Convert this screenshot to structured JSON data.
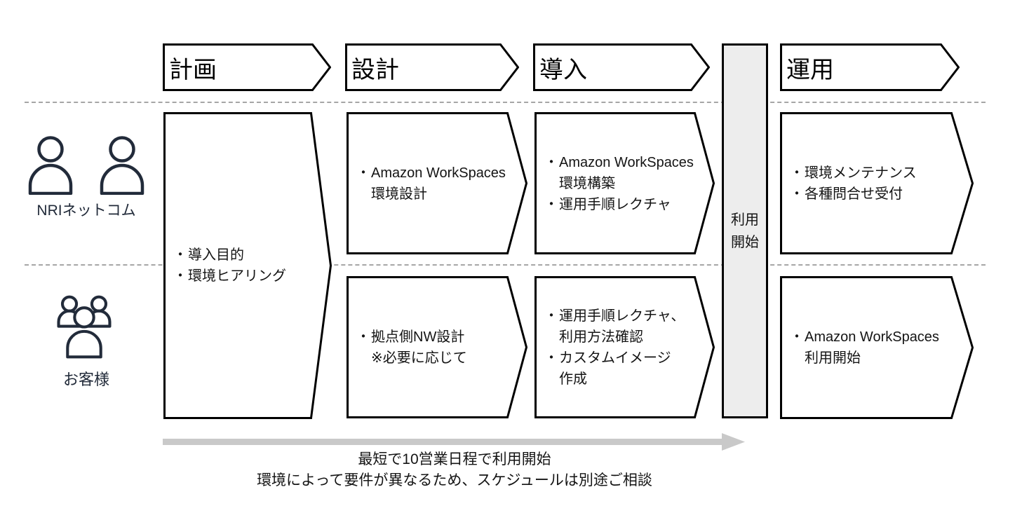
{
  "lanes": {
    "nri": {
      "label": "NRIネットコム"
    },
    "customer": {
      "label": "お客様"
    }
  },
  "phases": {
    "plan": {
      "header": "計画"
    },
    "design": {
      "header": "設計"
    },
    "deploy": {
      "header": "導入"
    },
    "operate": {
      "header": "運用"
    }
  },
  "milestone": {
    "line1": "利用",
    "line2": "開始"
  },
  "boxes": {
    "plan_shared": {
      "items": [
        {
          "bullet": "・",
          "lines": [
            "導入目的"
          ]
        },
        {
          "bullet": "・",
          "lines": [
            "環境ヒアリング"
          ]
        }
      ]
    },
    "design_nri": {
      "items": [
        {
          "bullet": "・",
          "lines": [
            "Amazon WorkSpaces",
            "環境設計"
          ]
        }
      ]
    },
    "deploy_nri": {
      "items": [
        {
          "bullet": "・",
          "lines": [
            "Amazon WorkSpaces",
            "環境構築"
          ]
        },
        {
          "bullet": "・",
          "lines": [
            "運用手順レクチャ"
          ]
        }
      ]
    },
    "operate_nri": {
      "items": [
        {
          "bullet": "・",
          "lines": [
            "環境メンテナンス"
          ]
        },
        {
          "bullet": "・",
          "lines": [
            "各種問合せ受付"
          ]
        }
      ]
    },
    "design_customer": {
      "items": [
        {
          "bullet": "・",
          "lines": [
            "拠点側NW設計",
            "※必要に応じて"
          ]
        }
      ]
    },
    "deploy_customer": {
      "items": [
        {
          "bullet": "・",
          "lines": [
            "運用手順レクチャ、",
            "利用方法確認"
          ]
        },
        {
          "bullet": "・",
          "lines": [
            "カスタムイメージ",
            "作成"
          ]
        }
      ]
    },
    "operate_customer": {
      "items": [
        {
          "bullet": "・",
          "lines": [
            "Amazon WorkSpaces",
            "利用開始"
          ]
        }
      ]
    }
  },
  "timeline": {
    "caption_line1": "最短で10営業日程で利用開始",
    "caption_line2": "環境によって要件が異なるため、スケジュールは別途ご相談"
  },
  "colors": {
    "outline": "#000000",
    "milestone_fill": "#EDEDED",
    "divider_dash": "#A6A6A6",
    "timeline_arrow": "#C9C9C9",
    "lane_accent": "#222B3A"
  }
}
